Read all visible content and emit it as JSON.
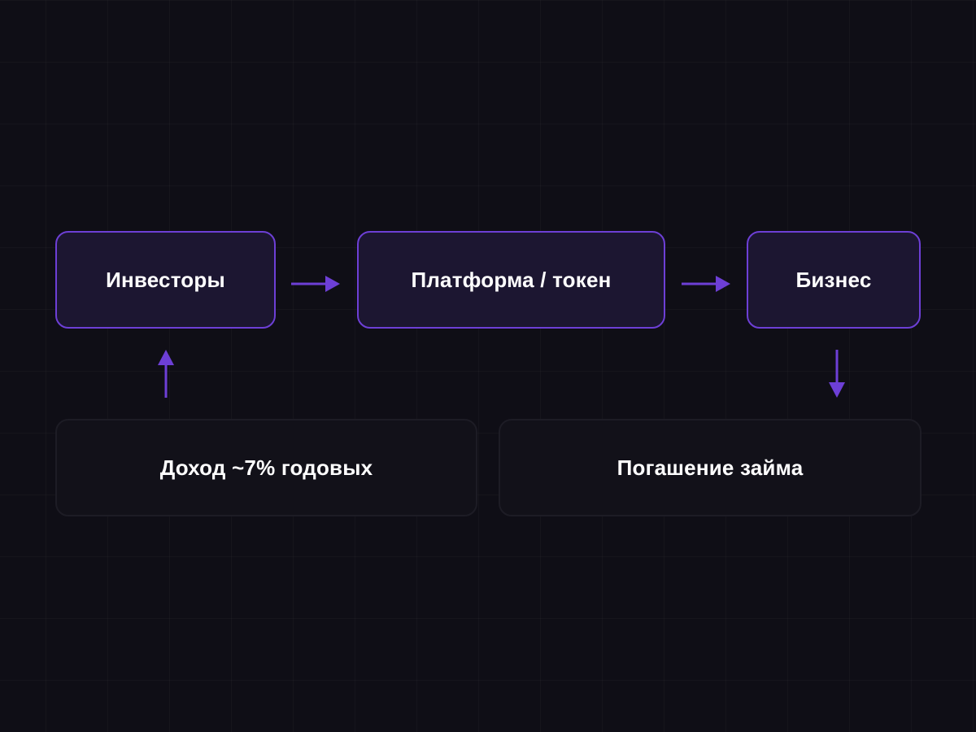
{
  "colors": {
    "background": "#0f0e16",
    "accent": "#6d3fd6",
    "primary_fill": "#1c1631",
    "secondary_fill": "#121119",
    "secondary_border": "#1d1c25",
    "text": "#ffffff"
  },
  "nodes": {
    "investors": "Инвесторы",
    "platform": "Платформа / токен",
    "business": "Бизнес",
    "income": "Доход ~7% годовых",
    "repayment": "Погашение займа"
  }
}
